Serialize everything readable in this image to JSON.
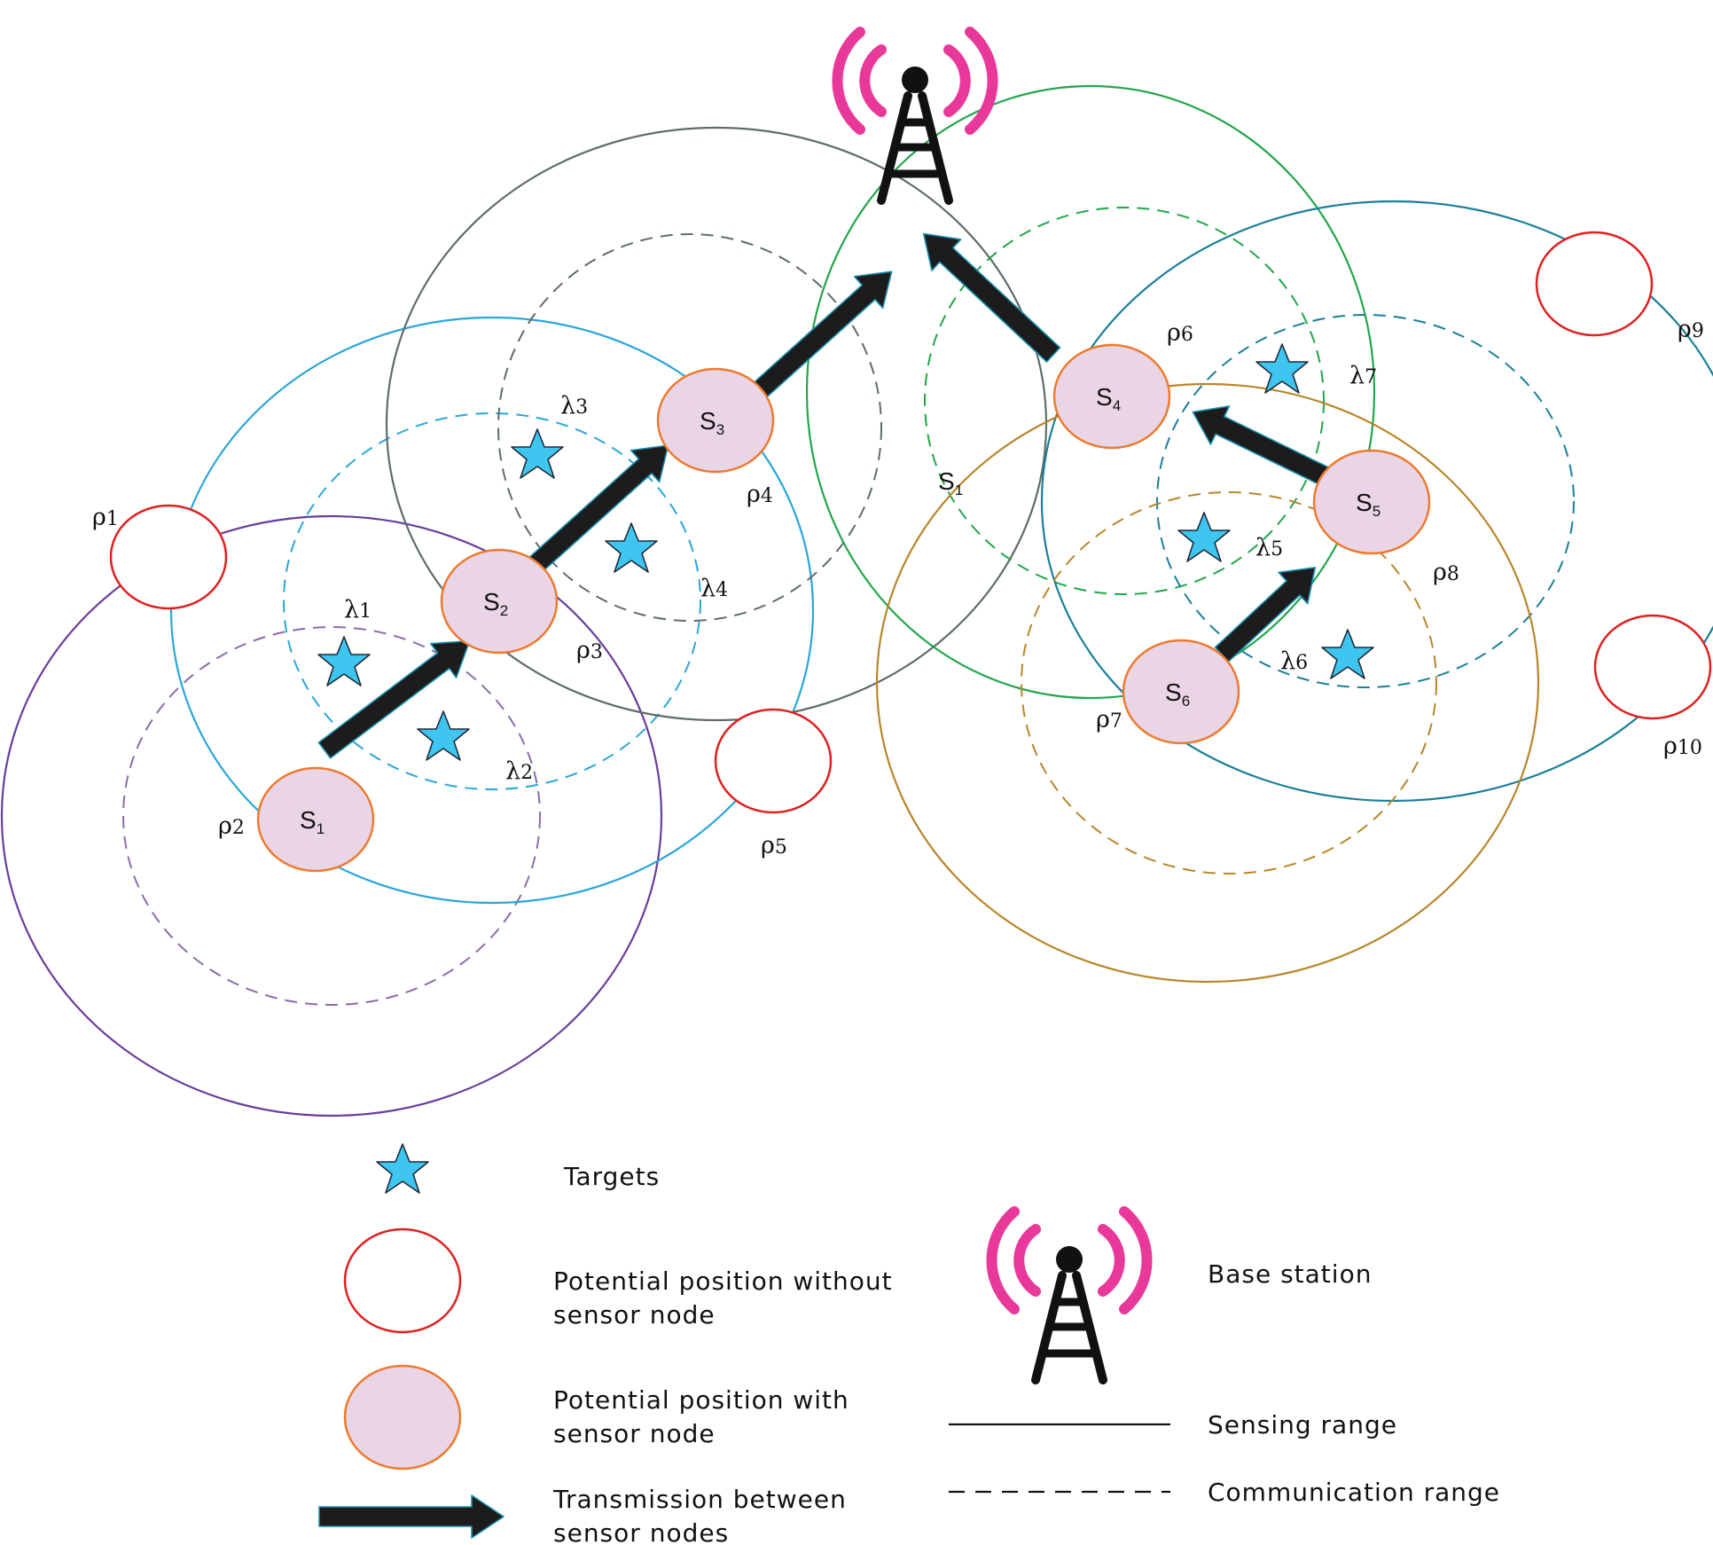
{
  "colors": {
    "base_station_waves": "#e8399b",
    "base_station_tower": "#111111",
    "target_fill": "#3ec6f0",
    "empty_position_stroke": "#e02020",
    "sensor_fill": "#ead5e6",
    "sensor_stroke": "#ee7a2e",
    "arrow_fill": "#1c1c1c",
    "arrow_outline": "#1a8fb0"
  },
  "sensors": [
    {
      "label": "S",
      "sub": "1"
    },
    {
      "label": "S",
      "sub": "2"
    },
    {
      "label": "S",
      "sub": "3"
    },
    {
      "label": "S",
      "sub": "4"
    },
    {
      "label": "S",
      "sub": "5"
    },
    {
      "label": "S",
      "sub": "6"
    }
  ],
  "positions": [
    {
      "label": "ρ",
      "sub": "1"
    },
    {
      "label": "ρ",
      "sub": "2"
    },
    {
      "label": "ρ",
      "sub": "3"
    },
    {
      "label": "ρ",
      "sub": "4"
    },
    {
      "label": "ρ",
      "sub": "5"
    },
    {
      "label": "ρ",
      "sub": "6"
    },
    {
      "label": "ρ",
      "sub": "7"
    },
    {
      "label": "ρ",
      "sub": "8"
    },
    {
      "label": "ρ",
      "sub": "9"
    },
    {
      "label": "ρ",
      "sub": "10"
    }
  ],
  "targets": [
    {
      "label": "λ",
      "sub": "1"
    },
    {
      "label": "λ",
      "sub": "2"
    },
    {
      "label": "λ",
      "sub": "3"
    },
    {
      "label": "λ",
      "sub": "4"
    },
    {
      "label": "λ",
      "sub": "5"
    },
    {
      "label": "λ",
      "sub": "6"
    },
    {
      "label": "λ",
      "sub": "7"
    }
  ],
  "stray_label": {
    "label": "S",
    "sub": "1"
  },
  "legend": {
    "targets": "Targets",
    "empty_position_line1": "Potential position without",
    "empty_position_line2": "sensor node",
    "sensor_position_line1": "Potential position with",
    "sensor_position_line2": "sensor node",
    "transmission_line1": "Transmission between",
    "transmission_line2": "sensor nodes",
    "base_station": "Base station",
    "sensing_range": "Sensing range",
    "communication_range": "Communication range"
  }
}
